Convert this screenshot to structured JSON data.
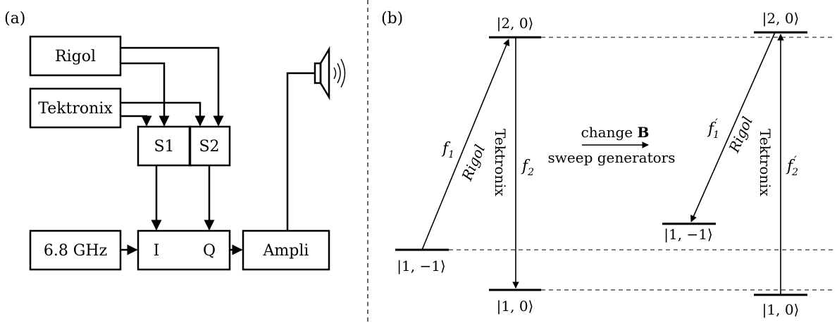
{
  "panel_a": {
    "label": "(a)",
    "boxes": {
      "rigol": "Rigol",
      "tektronix": "Tektronix",
      "s1": "S1",
      "s2": "S2",
      "source": "6.8 GHz",
      "i_port": "I",
      "q_port": "Q",
      "ampli": "Ampli"
    },
    "icons": {
      "speaker": "speaker-icon"
    }
  },
  "panel_b": {
    "label": "(b)",
    "left": {
      "state_top": "|2, 0⟩",
      "state_mid": "|1, −1⟩",
      "state_bottom": "|1, 0⟩",
      "f1_label": "f",
      "f1_sub": "1",
      "f2_label": "f",
      "f2_sub": "2",
      "rigol_label": "Rigol",
      "tektronix_label": "Tektronix"
    },
    "middle": {
      "line1_prefix": "change ",
      "line1_bold": "B",
      "line2": "sweep generators"
    },
    "right": {
      "state_top": "|2, 0⟩",
      "state_mid": "|1, −1⟩",
      "state_bottom": "|1, 0⟩",
      "f1_label": "f",
      "f1_sub": "1",
      "f1_prime": "′",
      "f2_label": "f",
      "f2_sub": "2",
      "f2_prime": "′",
      "rigol_label": "Rigol",
      "tektronix_label": "Tektronix"
    }
  }
}
